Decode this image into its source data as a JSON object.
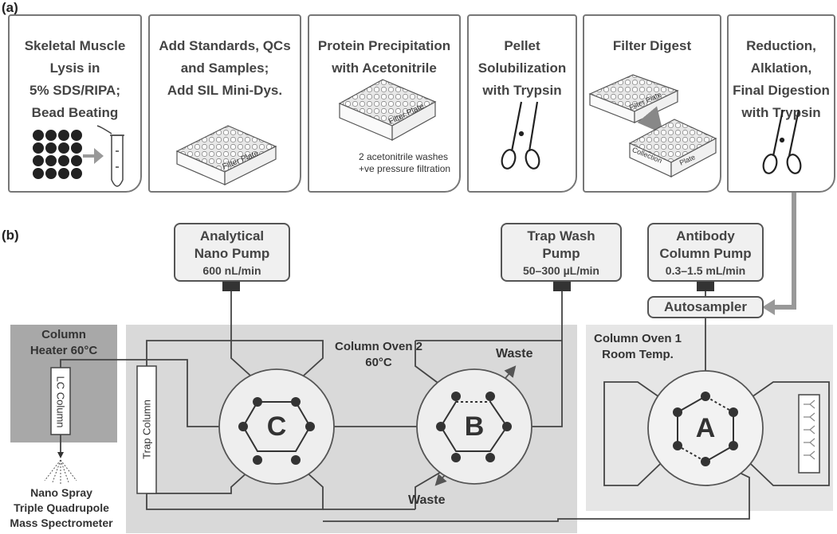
{
  "panels": {
    "a": "(a)",
    "b": "(b)"
  },
  "steps": [
    {
      "lines": [
        "Skeletal Muscle",
        "Lysis in",
        "5% SDS/RIPA;",
        "Bead Beating"
      ]
    },
    {
      "lines": [
        "Add Standards, QCs",
        "and Samples;",
        "Add SIL Mini-Dys."
      ]
    },
    {
      "lines": [
        "Protein Precipitation",
        "with Acetonitrile"
      ]
    },
    {
      "lines": [
        "Pellet",
        "Solubilization",
        "with Trypsin"
      ]
    },
    {
      "lines": [
        "Filter Digest"
      ]
    },
    {
      "lines": [
        "Reduction,",
        "Alklation,",
        "Final Digestion",
        "with Trypsin"
      ]
    }
  ],
  "plate_labels": {
    "filter_plate": "Filter Plate",
    "collection": "Collection",
    "plate": "Plate"
  },
  "precip_note": [
    "2 acetonitrile washes",
    "+ve pressure filtration"
  ],
  "pumps": {
    "analytical": {
      "title": [
        "Analytical",
        "Nano Pump"
      ],
      "rate": "600 nL/min"
    },
    "trap_wash": {
      "title": [
        "Trap Wash",
        "Pump"
      ],
      "rate": "50–300 µL/min"
    },
    "antibody": {
      "title": [
        "Antibody",
        "Column Pump"
      ],
      "rate": "0.3–1.5 mL/min"
    }
  },
  "autosampler": "Autosampler",
  "column_heater": [
    "Column",
    "Heater 60°C"
  ],
  "lc_column": "LC Column",
  "column_oven_2": [
    "Column Oven 2",
    "60°C"
  ],
  "column_oven_1": [
    "Column Oven 1",
    "Room Temp."
  ],
  "trap_column": "Trap Column",
  "valves": {
    "a": "A",
    "b": "B",
    "c": "C"
  },
  "waste_top": "Waste",
  "waste_bottom": "Waste",
  "ms": [
    "Nano Spray",
    "Triple Quadrupole",
    "Mass Spectrometer"
  ]
}
